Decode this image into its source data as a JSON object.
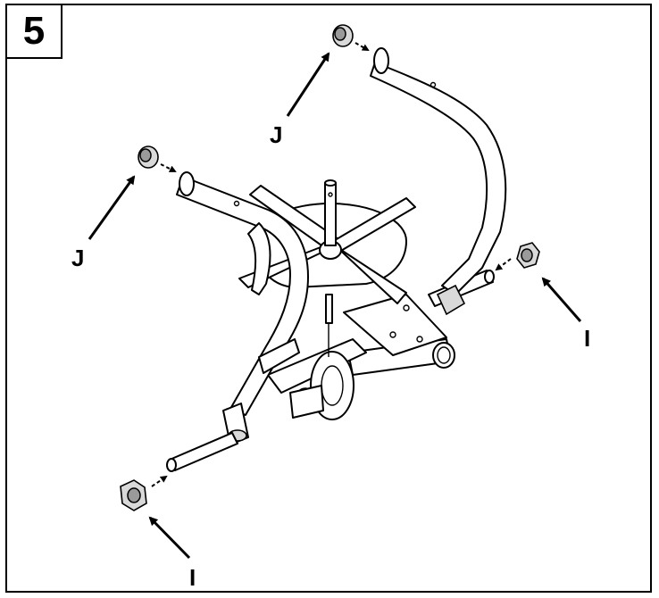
{
  "step": {
    "number": "5"
  },
  "labels": {
    "j_upper": "J",
    "j_left": "J",
    "i_right": "I",
    "i_bottom": "I"
  }
}
